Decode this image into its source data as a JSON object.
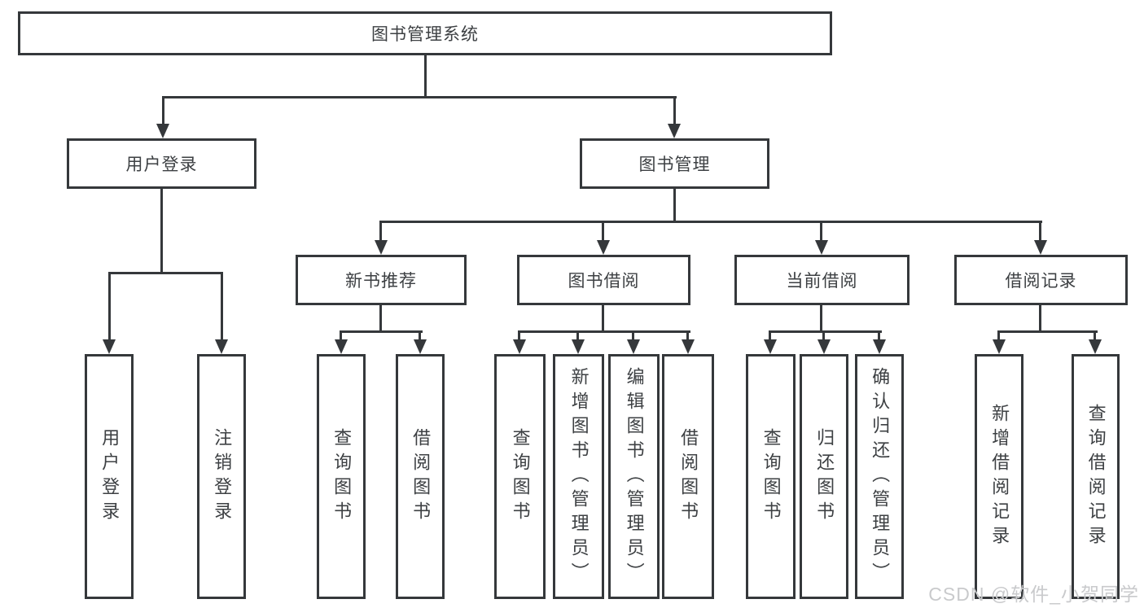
{
  "title": "图书管理系统",
  "watermark": "CSDN @软件_小贺同学",
  "nodes": {
    "user_login": {
      "label": "用户登录",
      "leaves": [
        "用户登录",
        "注销登录"
      ]
    },
    "book_mgmt": {
      "label": "图书管理"
    },
    "new_books": {
      "label": "新书推荐",
      "leaves": [
        "查询图书",
        "借阅图书"
      ]
    },
    "book_borrow": {
      "label": "图书借阅",
      "leaves": [
        "查询图书",
        "新增图书（管理员）",
        "编辑图书（管理员）",
        "借阅图书"
      ]
    },
    "current_borrow": {
      "label": "当前借阅",
      "leaves": [
        "查询图书",
        "归还图书",
        "确认归还（管理员）"
      ]
    },
    "borrow_records": {
      "label": "借阅记录",
      "leaves": [
        "新增借阅记录",
        "查询借阅记录"
      ]
    }
  },
  "colors": {
    "line": "#35383b",
    "text": "#3d4043",
    "background": "#ffffff",
    "watermark": "#c9cacc"
  }
}
